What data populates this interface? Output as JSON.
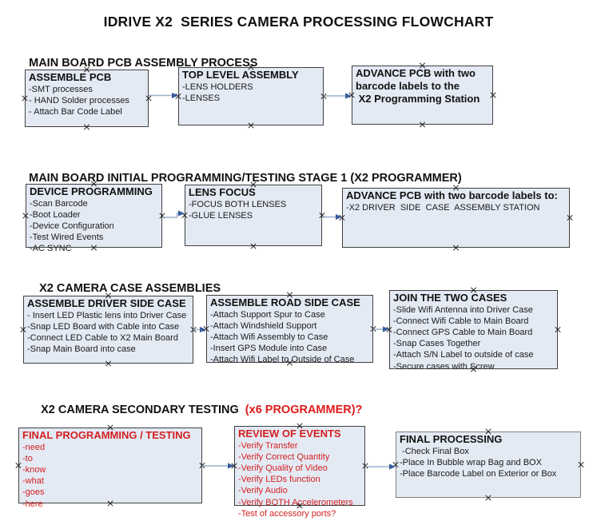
{
  "title": "IDRIVE X2  SERIES CAMERA PROCESSING FLOWCHART",
  "colors": {
    "box_fill": "#e4eaf4",
    "box_border": "#3f3f3f",
    "gray_border": "#7f7f7f",
    "red_text": "#d42020",
    "arrow_line": "#9ab0cc",
    "arrow_head": "#3a5e9c",
    "connection_mark": "#1a1a1a"
  },
  "sections": [
    {
      "heading": "MAIN BOARD PCB ASSEMBLY PROCESS",
      "heading_suffix": "",
      "boxes": [
        {
          "id": "assemble-pcb",
          "title": "ASSEMBLE PCB",
          "color": "black",
          "items": [
            "-SMT processes",
            "- HAND Solder processes",
            "- Attach Bar Code Label"
          ]
        },
        {
          "id": "top-level-assembly",
          "title": "TOP LEVEL ASSEMBLY",
          "color": "black",
          "items": [
            "-LENS HOLDERS",
            "-LENSES"
          ]
        },
        {
          "id": "advance-pcb-programming-station",
          "title": "ADVANCE PCB with two",
          "color": "black",
          "items_bold": true,
          "items": [
            "barcode labels to the",
            " X2 Programming Station"
          ]
        }
      ]
    },
    {
      "heading": "MAIN BOARD INITIAL PROGRAMMING/TESTING STAGE 1 (X2 PROGRAMMER)",
      "heading_suffix": "",
      "boxes": [
        {
          "id": "device-programming",
          "title": "DEVICE PROGRAMMING",
          "color": "black",
          "items": [
            "-Scan Barcode",
            "-Boot Loader",
            "-Device Configuration",
            "-Test Wired Events",
            "-AC SYNC"
          ]
        },
        {
          "id": "lens-focus",
          "title": "LENS FOCUS",
          "color": "black",
          "items": [
            "-FOCUS BOTH LENSES",
            "-GLUE LENSES"
          ]
        },
        {
          "id": "advance-pcb-driver-side",
          "title": "ADVANCE PCB with two barcode labels to:",
          "color": "black",
          "items": [
            "-X2 DRIVER  SIDE  CASE  ASSEMBLY STATION"
          ]
        }
      ]
    },
    {
      "heading": "X2 CAMERA CASE ASSEMBLIES",
      "heading_suffix": "",
      "boxes": [
        {
          "id": "assemble-driver-side-case",
          "title": "ASSEMBLE DRIVER SIDE CASE",
          "color": "black",
          "items": [
            "- Insert LED Plastic lens into Driver Case",
            "-Snap LED Board with Cable into Case",
            "-Connect LED Cable to X2 Main Board",
            "-Snap Main Board into case"
          ]
        },
        {
          "id": "assemble-road-side-case",
          "title": "ASSEMBLE ROAD SIDE CASE",
          "color": "black",
          "items": [
            "-Attach Support Spur to Case",
            "-Attach Windshield Support",
            "-Attach Wifi Assembly to Case",
            "-Insert GPS Module into Case",
            "-Attach Wifi Label to Outside of Case"
          ]
        },
        {
          "id": "join-the-two-cases",
          "title": "JOIN THE TWO CASES",
          "color": "black",
          "items": [
            "-Slide Wifi Antenna into Driver Case",
            "-Connect Wifi Cable to Main Board",
            "-Connect GPS Cable to Main Board",
            "-Snap Cases Together",
            "-Attach S/N Label to outside of case",
            "-Secure cases with Screw"
          ]
        }
      ]
    },
    {
      "heading": "X2 CAMERA SECONDARY TESTING  ",
      "heading_suffix": "(x6 PROGRAMMER)?",
      "boxes": [
        {
          "id": "final-programming-testing",
          "title": "FINAL PROGRAMMING / TESTING",
          "color": "red",
          "items": [
            "-need",
            "-to",
            "-know",
            "-what",
            "-goes",
            "-here"
          ]
        },
        {
          "id": "review-of-events",
          "title": "REVIEW OF EVENTS",
          "color": "red",
          "items": [
            "-Verify Transfer",
            "-Verify Correct Quantity",
            "-Verify Quality of Video",
            "-Verify LEDs function",
            "-Verify Audio",
            "-Verify BOTH Accelerometers",
            "-Test of accessory ports?"
          ]
        },
        {
          "id": "final-processing",
          "title": "FINAL PROCESSING",
          "color": "black",
          "border": "gray",
          "items": [
            " -Check Final Box",
            "-Place In Bubble wrap Bag and BOX",
            "-Place Barcode Label on Exterior or Box"
          ]
        }
      ]
    }
  ]
}
